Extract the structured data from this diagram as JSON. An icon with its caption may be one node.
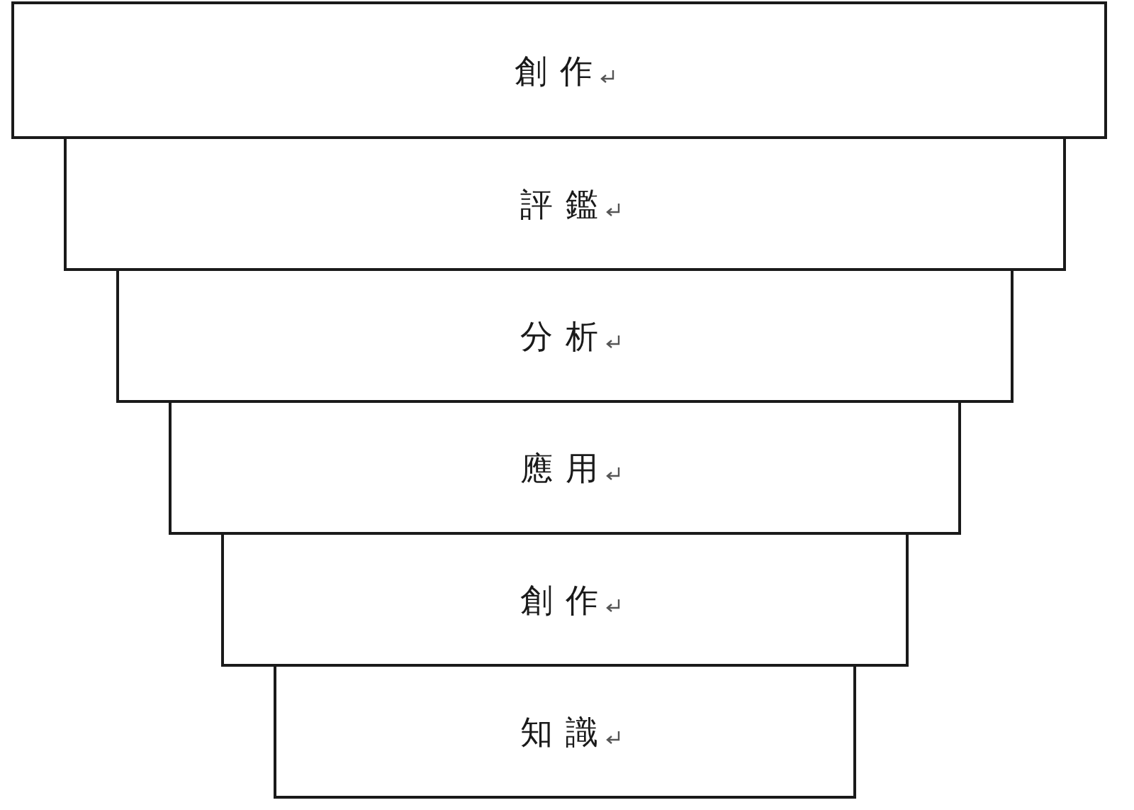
{
  "diagram": {
    "nodes": [
      {
        "text": [
          "創作"
        ]
      },
      {
        "text": [
          "評鑑"
        ]
      },
      {
        "text": [
          "分析"
        ]
      },
      {
        "text": [
          "應用"
        ]
      },
      {
        "text": [
          "創作"
        ]
      },
      {
        "text": [
          "知識"
        ]
      }
    ]
  }
}
